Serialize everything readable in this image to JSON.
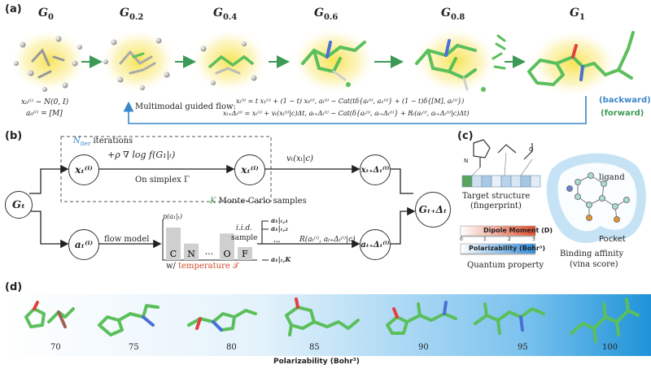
{
  "panel_a": {
    "label": "(a)",
    "stages": [
      {
        "g": "G",
        "sub": "0"
      },
      {
        "g": "G",
        "sub": "0.2"
      },
      {
        "g": "G",
        "sub": "0.4"
      },
      {
        "g": "G",
        "sub": "0.6"
      },
      {
        "g": "G",
        "sub": "0.8"
      },
      {
        "g": "G",
        "sub": "1"
      }
    ],
    "init_x": "x₀⁽ⁱ⁾ ~ N(0, I)",
    "init_a": "a₀⁽ⁱ⁾ = [M]",
    "flow_label": "Multimodal guided flow:",
    "eq_backward": "xₜ⁽ⁱ⁾ = t x₁⁽ⁱ⁾ + (1 − t) x₀⁽ⁱ⁾, aₜ⁽ⁱ⁾ ~ Cat(tδ{aₜ⁽ⁱ⁾, a₁⁽ⁱ⁾} + (1 − t)δ{[M], aₜ⁽ⁱ⁾})",
    "eq_forward": "xₜ₊Δₜ⁽ⁱ⁾ = xₜ⁽ⁱ⁾ + vₜ(xₜ⁽ⁱ⁾|c)Δt, aₜ₊Δₜ⁽ⁱ⁾ ~ Cat(δ{aₜ⁽ⁱ⁾, aₜ₊Δₜ⁽ⁱ⁾} + Rₜ(aₜ⁽ⁱ⁾, aₜ₊Δₜ⁽ⁱ⁾|c)Δt)",
    "backward_tag": "(backward)",
    "forward_tag": "(forward)"
  },
  "panel_b": {
    "label": "(b)",
    "iter_label": "N",
    "iter_sub": "iter",
    "iter_suffix": "iterations",
    "grad_term": "+ρ ∇ log f(G₁|ₜ)",
    "grad_rho": "ρ",
    "simplex": "On simplex Γ",
    "g_t": "Gₜ",
    "g_next": "Gₜ₊Δₜ",
    "x_node": "xₜ⁽ⁱ⁾",
    "x_node2": "xₜ⁽ⁱ⁾",
    "x_next": "xₜ₊Δₜ⁽ⁱ⁾",
    "a_node": "aₜ⁽ⁱ⁾",
    "a_next": "aₜ₊Δₜ⁽ⁱ⁾",
    "velocity": "vₜ(xₜ|c)",
    "mc_k": "K",
    "mc_label": "Monte-Carlo samples",
    "flow_model": "flow model",
    "temperature_prefix": "w/",
    "temperature": "temperature 𝒯",
    "p_label": "p(a₁|ₜ)",
    "bars": [
      {
        "letter": "C",
        "value": 0.55
      },
      {
        "letter": "N",
        "value": 0.28
      },
      {
        "letter": "···",
        "value": 0.0
      },
      {
        "letter": "O",
        "value": 0.45
      },
      {
        "letter": "F",
        "value": 0.22
      }
    ],
    "iid": "i.i.d.",
    "sample": "sample",
    "samples": [
      "a₁|ₜ,₁",
      "a₁|ₜ,₂",
      "···",
      "a₁|ₜ,K"
    ],
    "rate": "R(aₜ⁽ⁱ⁾, aₜ₊Δₜ⁽ⁱ⁾|c)"
  },
  "panel_c": {
    "label": "(c)",
    "fp_colors": [
      "#5aa35f",
      "#cfe1ef",
      "#a9c9e3",
      "#e8f0f8",
      "#b8d3ea",
      "#d9e7f3",
      "#a6c6e1",
      "#e1ecf6"
    ],
    "fp_atom_n": "N",
    "fp_atom_o": "O",
    "target_title": "Target structure",
    "target_sub": "(fingerprint)",
    "dipole": "Dipole Moment (D)",
    "polar": "Polarizability (Bohr³)",
    "ticks": [
      "0",
      "1",
      "2",
      "3"
    ],
    "quantum": "Quantum property",
    "ligand": "ligand",
    "pocket": "Pocket",
    "binding": "Binding affinity",
    "vina": "(vina score)"
  },
  "panel_d": {
    "label": "(d)",
    "values": [
      "70",
      "75",
      "80",
      "85",
      "90",
      "95",
      "100"
    ],
    "xlabel": "Polarizability (Bohr³)"
  },
  "colors": {
    "arrow_green": "#3d9a56",
    "accent_blue": "#3a86c8",
    "mol_green": "#5bbf5b",
    "glow_yellow": "#f7e24a",
    "pocket_blue": "#b8dcf2",
    "gradient_dark": "#1f93d8"
  }
}
